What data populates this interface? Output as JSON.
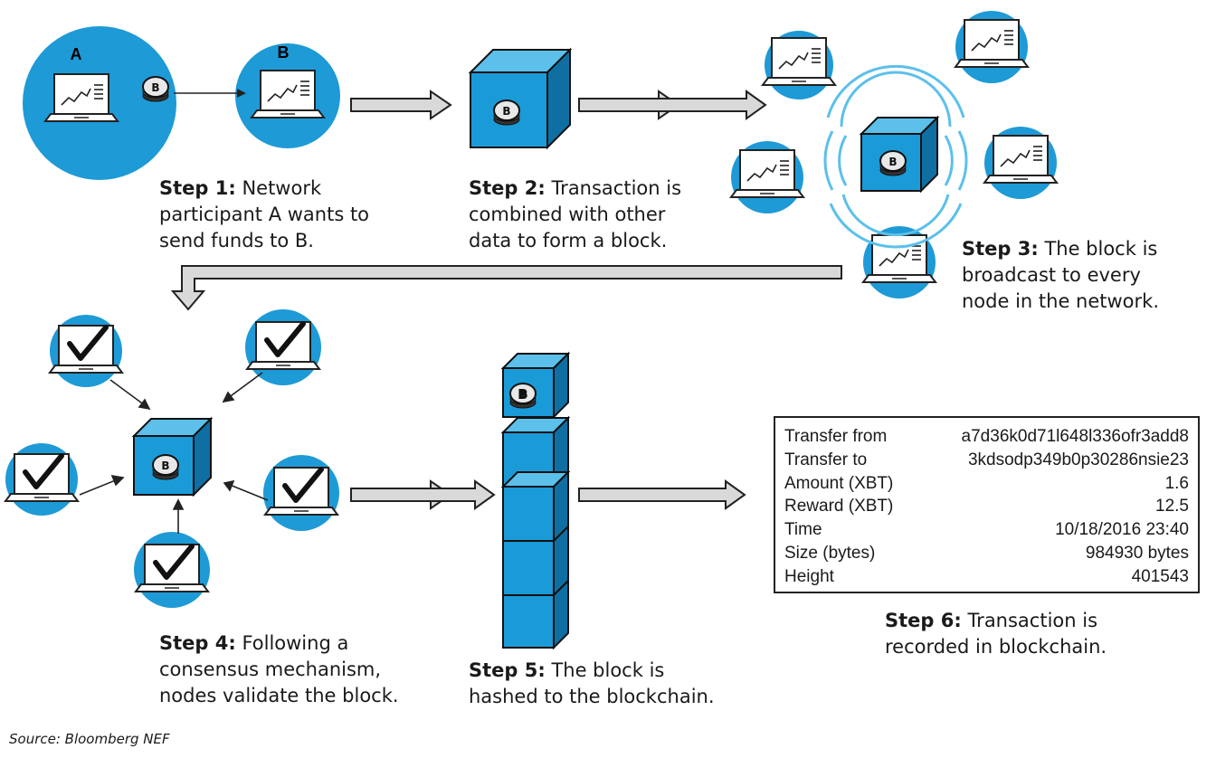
{
  "labels": {
    "a": "A",
    "b": "B"
  },
  "steps": [
    {
      "title": "Step 1:",
      "lines": [
        " Network",
        "participant A wants to",
        "send funds to B."
      ]
    },
    {
      "title": "Step 2:",
      "lines": [
        " Transaction is",
        "combined with other",
        "data to form a block."
      ]
    },
    {
      "title": "Step 3:",
      "lines": [
        " The block is",
        "broadcast to every",
        "node in the network."
      ]
    },
    {
      "title": "Step 4:",
      "lines": [
        " Following a",
        "consensus mechanism,",
        "nodes validate the block."
      ]
    },
    {
      "title": "Step 5:",
      "lines": [
        " The block is",
        "hashed to the blockchain."
      ]
    },
    {
      "title": "Step 6:",
      "lines": [
        " Transaction is",
        "recorded in blockchain."
      ]
    }
  ],
  "ledger": {
    "rows": [
      {
        "label": "Transfer from",
        "value": "a7d36k0d71l648l336ofr3add8"
      },
      {
        "label": "Transfer to",
        "value": "3kdsodp349b0p30286nsie23"
      },
      {
        "label": "Amount (XBT)",
        "value": "1.6"
      },
      {
        "label": "Reward (XBT)",
        "value": "12.5"
      },
      {
        "label": "Time",
        "value": "10/18/2016 23:40"
      },
      {
        "label": "Size (bytes)",
        "value": "984930 bytes"
      },
      {
        "label": "Height",
        "value": "401543"
      }
    ]
  },
  "source": "Source: Bloomberg NEF",
  "icons": [
    "laptop-chart-icon",
    "laptop-check-icon",
    "coin-icon",
    "cube-block-icon",
    "broadcast-waves-icon",
    "arrow-icon"
  ],
  "colors": {
    "node_circle": "#1e9ad6",
    "cube_front": "#1a9bd7",
    "cube_top": "#5cc0ea",
    "cube_side": "#0f6fa3"
  }
}
